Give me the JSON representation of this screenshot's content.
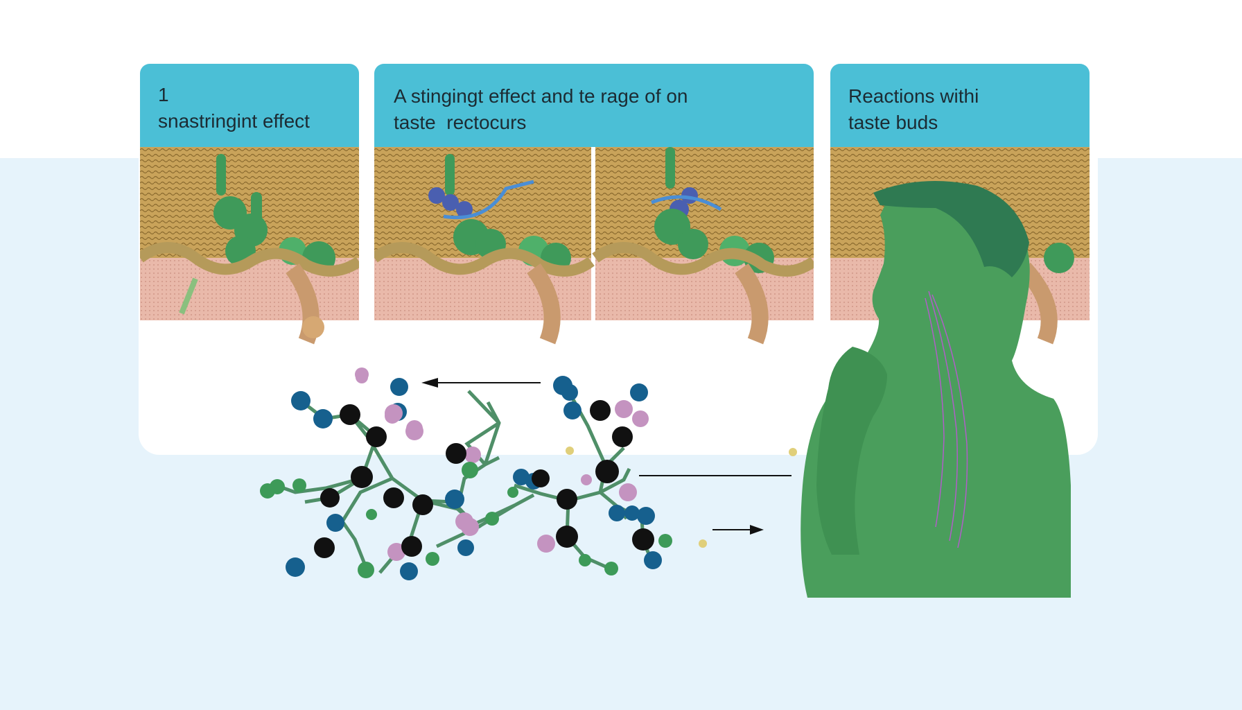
{
  "panels": [
    {
      "line1": "1",
      "line2": "snastringint effect"
    },
    {
      "line1": "A stingingt effect and te rage of on",
      "line2": "taste  rectocurs"
    },
    {
      "line1": "Reactions withi",
      "line2": "taste buds"
    }
  ],
  "colors": {
    "header": "#4bbfd6",
    "muscle": "#c9a35a",
    "tissue": "#e9b9aa",
    "protein": "#3f9a5a",
    "ligand": "#4a5fb0",
    "person": "#4a9e5c",
    "atom_black": "#111111",
    "atom_blue": "#16608e",
    "atom_pink": "#c493c0",
    "atom_green": "#3d9a58"
  },
  "icons": [
    "left-arrow-icon",
    "right-arrow-icon"
  ]
}
